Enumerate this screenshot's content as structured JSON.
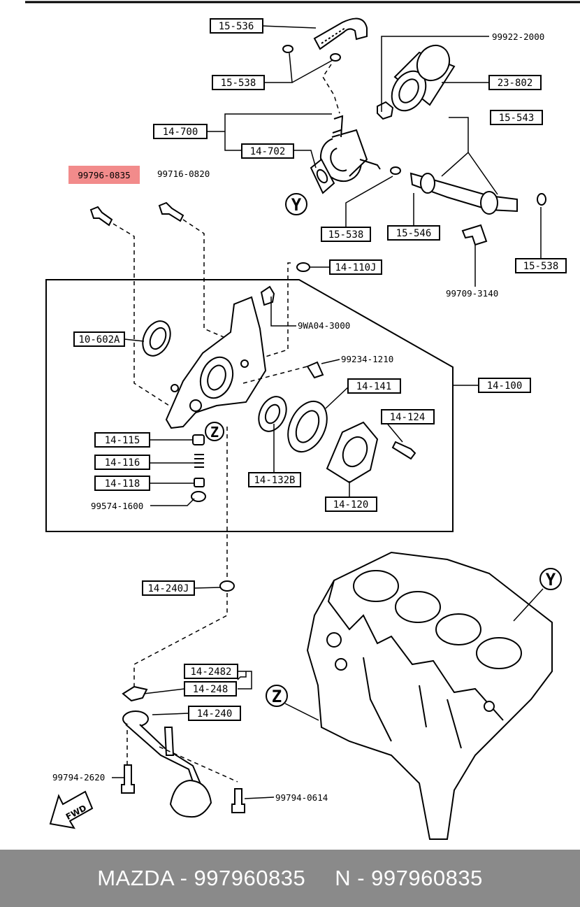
{
  "labels": {
    "l15_536": "15-536",
    "l15_538_a": "15-538",
    "l99922_2000": "99922-2000",
    "l23_802": "23-802",
    "l14_700": "14-700",
    "l14_702": "14-702",
    "l15_543": "15-543",
    "l99796_0835": "99796-0835",
    "l99716_0820": "99716-0820",
    "l15_538_b": "15-538",
    "l15_546": "15-546",
    "l15_538_c": "15-538",
    "l99709_3140": "99709-3140",
    "l14_110j": "14-110J",
    "l9wa04_3000": "9WA04-3000",
    "l10_602a": "10-602A",
    "l99234_1210": "99234-1210",
    "l14_141": "14-141",
    "l14_100": "14-100",
    "l14_124": "14-124",
    "l14_115": "14-115",
    "l14_116": "14-116",
    "l14_118": "14-118",
    "l99574_1600": "99574-1600",
    "l14_132b": "14-132B",
    "l14_120": "14-120",
    "l14_240j": "14-240J",
    "l14_2482": "14-2482",
    "l14_248": "14-248",
    "l14_240": "14-240",
    "l99794_2620": "99794-2620",
    "l99794_0614": "99794-0614",
    "ref_y1": "Y",
    "ref_y2": "Y",
    "ref_z1": "Z",
    "ref_z2": "Z",
    "fwd": "FWD"
  },
  "highlight_color": "#f28b8b",
  "footer": {
    "brand_part": "MAZDA - 997960835",
    "alt_part": "N - 997960835"
  }
}
